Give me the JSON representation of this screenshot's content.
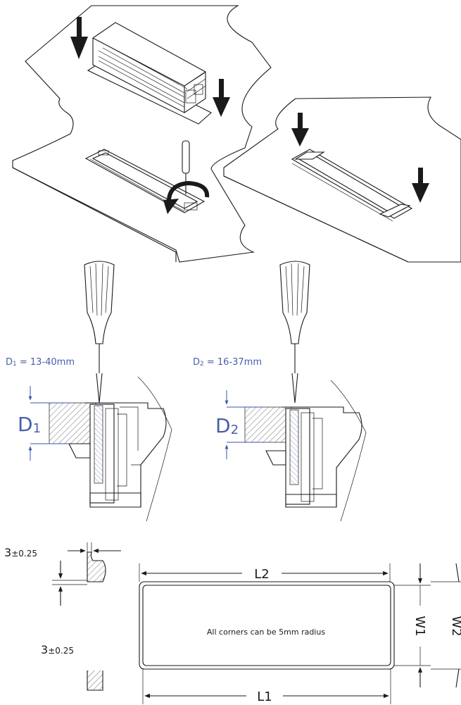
{
  "section_cut": {
    "left_range": {
      "symbol": "D",
      "subscript": "1",
      "value": " = 13-40mm"
    },
    "left_dim": {
      "symbol": "D",
      "subscript": "1"
    },
    "right_range": {
      "symbol": "D",
      "subscript": "2",
      "value": " = 16-37mm"
    },
    "right_dim": {
      "symbol": "D",
      "subscript": "2"
    }
  },
  "cutout": {
    "corner_note": "All corners can be 5mm radius",
    "L1": "L1",
    "L2": "L2",
    "W1": "W1",
    "W2": "W2",
    "tol_top": {
      "base": "3",
      "tol": "±0.25"
    },
    "tol_bottom": {
      "base": "3",
      "tol": "±0.25"
    }
  },
  "colors": {
    "dimension_blue": "#3a56a8",
    "line": "#1a1a1a"
  }
}
